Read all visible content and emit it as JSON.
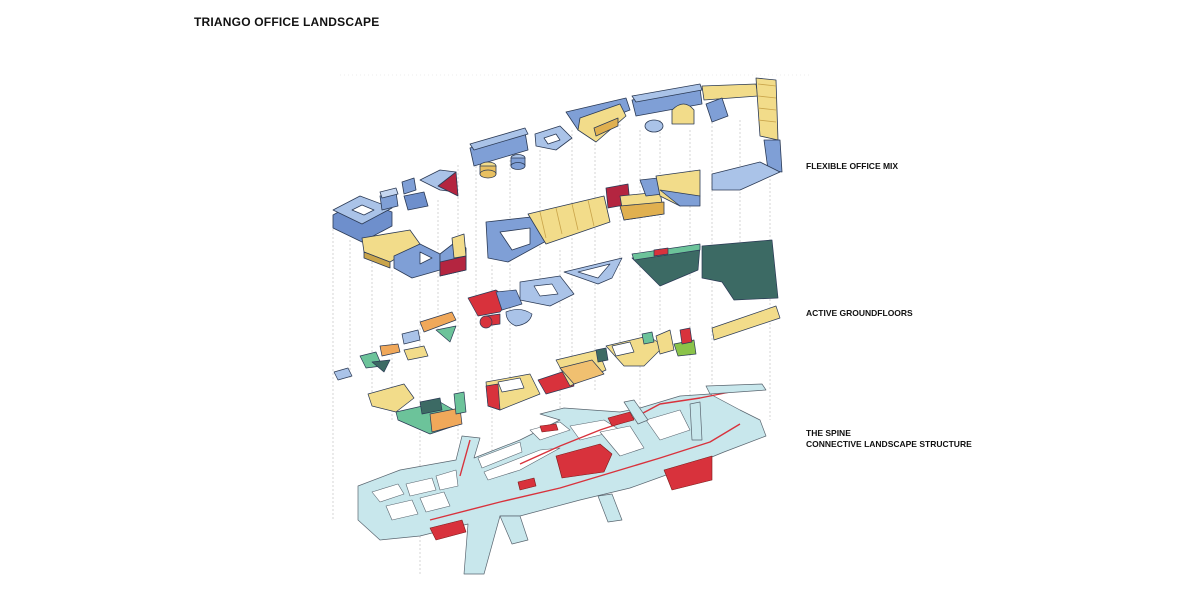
{
  "title": "TRIANGO OFFICE LANDSCAPE",
  "layers": {
    "office_mix": "FLEXIBLE OFFICE MIX",
    "groundfloors": "ACTIVE GROUNDFLOORS",
    "spine_title": "THE SPINE",
    "spine_subtitle": "CONNECTIVE LANDSCAPE STRUCTURE"
  },
  "colors": {
    "blue": "#7f9fd6",
    "blue_light": "#aac3e8",
    "yellow": "#f2dc8a",
    "orange": "#f0a85a",
    "red": "#d8323c",
    "teal": "#3c6a64",
    "green": "#6cc39a",
    "spine": "#c8e7ec"
  }
}
